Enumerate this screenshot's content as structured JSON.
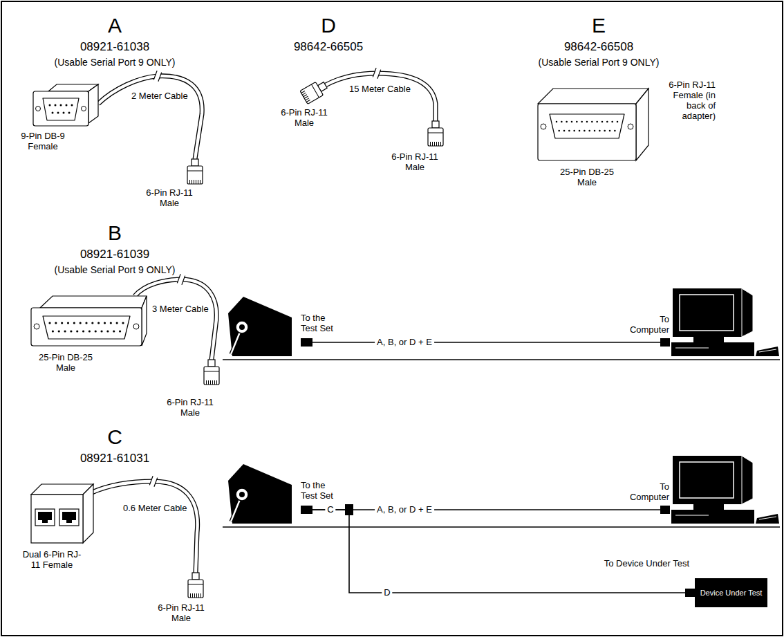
{
  "diagram": {
    "nodes": [
      {
        "text": [
          "To the Test Set"
        ]
      },
      {
        "text": [
          "To Computer"
        ]
      },
      {
        "text": [
          "To the Test Set"
        ]
      },
      {
        "text": [
          "To Computer"
        ]
      },
      {
        "text": [
          "To Device Under Test",
          "Device Under Test"
        ]
      }
    ],
    "edges": [
      {
        "from": 0,
        "to": 1,
        "arrow": "none",
        "label": "A, B, or D + E"
      },
      {
        "from": 2,
        "to": 3,
        "arrow": "none",
        "label": "A, B, or D + E"
      },
      {
        "from": 2,
        "to": 4,
        "arrow": "none",
        "label": "D"
      }
    ],
    "labels": [
      "A",
      "08921-61038",
      "(Usable Serial Port 9 ONLY)",
      "2 Meter Cable",
      "9-Pin DB-9 Female",
      "6-Pin RJ-11 Male",
      "D",
      "98642-66505",
      "6-Pin RJ-11 Male",
      "15 Meter Cable",
      "6-Pin RJ-11 Male",
      "E",
      "98642-66508",
      "(Usable Serial Port 9 ONLY)",
      "6-Pin RJ-11 Female (in back of adapter)",
      "25-Pin DB-25 Male",
      "B",
      "08921-61039",
      "(Usable Serial Port 9 ONLY)",
      "3 Meter Cable",
      "25-Pin DB-25 Male",
      "6-Pin RJ-11 Male",
      "C",
      "08921-61031",
      "0.6 Meter Cable",
      "Dual 6-Pin RJ-11 Female",
      "6-Pin RJ-11 Male",
      "C"
    ]
  }
}
